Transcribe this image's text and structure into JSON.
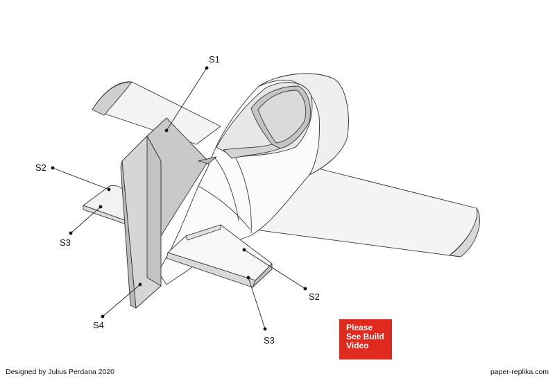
{
  "callouts": {
    "s1": "S1",
    "s2_left": "S2",
    "s3_left": "S3",
    "s4": "S4",
    "s2_right": "S2",
    "s3_right": "S3"
  },
  "notice": {
    "line1": "Please",
    "line2": "See Build",
    "line3": "Video",
    "color": "#e0291f"
  },
  "footer": {
    "designer": "Designed by Julius Perdana 2020",
    "website": "paper-replika.com"
  }
}
